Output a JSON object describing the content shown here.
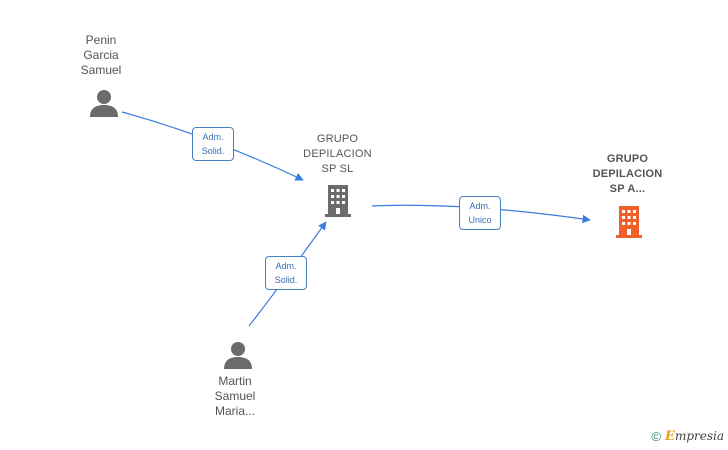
{
  "nodes": {
    "person_1": {
      "lines": [
        "Penin",
        "Garcia",
        "Samuel"
      ]
    },
    "person_2": {
      "lines": [
        "Martin",
        "Samuel",
        "Maria..."
      ]
    },
    "company_1": {
      "lines": [
        "GRUPO",
        "DEPILACION",
        "SP  SL"
      ]
    },
    "company_2": {
      "lines": [
        "GRUPO",
        "DEPILACION",
        "SP A..."
      ]
    }
  },
  "edges": {
    "edge_1": {
      "lines": [
        "Adm.",
        "Solid."
      ]
    },
    "edge_2": {
      "lines": [
        "Adm.",
        "Solid."
      ]
    },
    "edge_3": {
      "lines": [
        "Adm.",
        "Unico"
      ]
    }
  },
  "colors": {
    "person_icon": "#6b6b6b",
    "company_icon": "#6b6b6b",
    "company_icon_highlight": "#f0602a",
    "edge": "#3b7ddd"
  },
  "footer": {
    "copyright": "©",
    "brand_initial": "E",
    "brand_rest": "mpresia"
  }
}
